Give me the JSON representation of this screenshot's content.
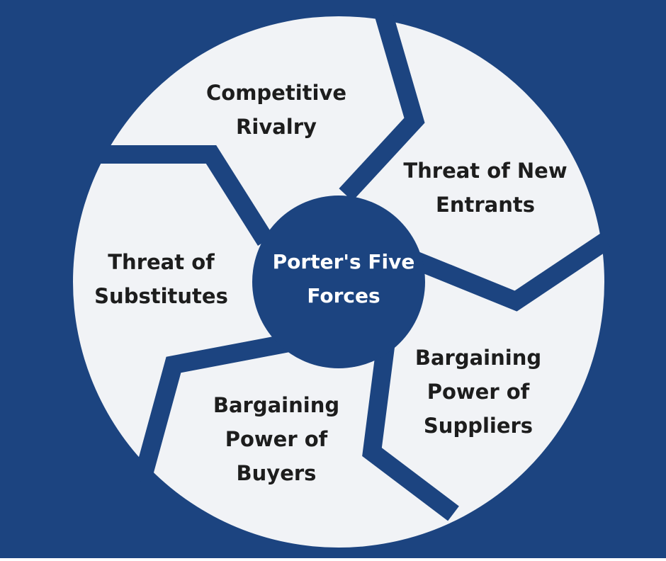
{
  "colors": {
    "background": "#1c4480",
    "segment": "#f1f3f6",
    "hub": "#1c4480",
    "segment_text": "#1d1d1d",
    "hub_text": "#ffffff"
  },
  "center": {
    "line1": "Porter's Five",
    "line2": "Forces"
  },
  "forces": {
    "rivalry": {
      "line1": "Competitive",
      "line2": "Rivalry"
    },
    "entrants": {
      "line1": "Threat of New",
      "line2": "Entrants"
    },
    "substitutes": {
      "line1": "Threat of",
      "line2": "Substitutes"
    },
    "suppliers": {
      "line1": "Bargaining",
      "line2": "Power of",
      "line3": "Suppliers"
    },
    "buyers": {
      "line1": "Bargaining",
      "line2": "Power of",
      "line3": "Buyers"
    }
  }
}
